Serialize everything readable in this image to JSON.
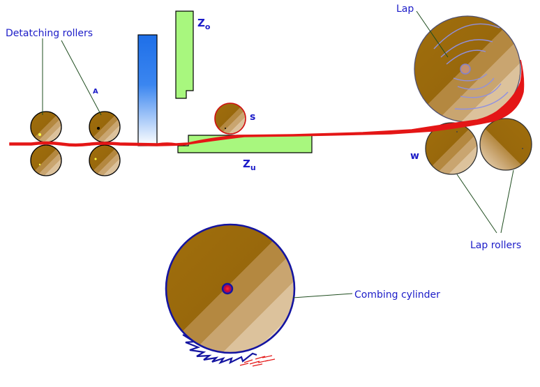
{
  "labels": {
    "detaching_rollers": "Detatching rollers",
    "lap": "Lap",
    "lap_rollers": "Lap rollers",
    "combing_cylinder": "Combing cylinder",
    "point_a": "A",
    "top_comb": "Z",
    "top_comb_sub": "o",
    "bottom_nipper": "Z",
    "bottom_nipper_sub": "u",
    "feed_roller": "s",
    "lap_roller_w": "w"
  },
  "colors": {
    "label_text": "#1c1cc8",
    "leader_line": "#1f4d1f",
    "fibre_web": "#e41616",
    "nipper_green": "#a8f77e",
    "roller_dark": "#9a6a0c",
    "roller_light": "#ecdcc0",
    "cylinder_outline": "#1414a0",
    "gradient_blue": "#1e6fe8"
  }
}
